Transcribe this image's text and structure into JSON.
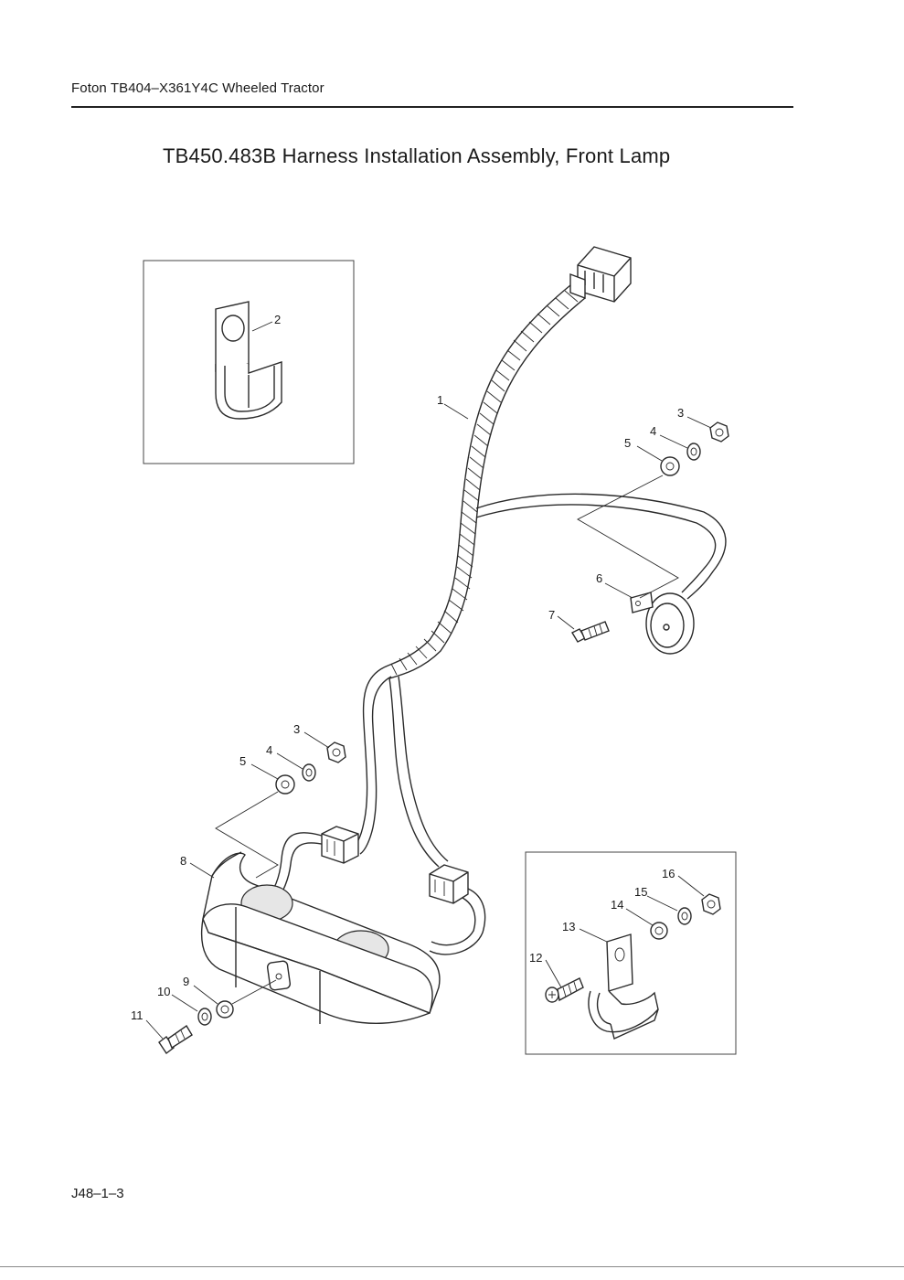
{
  "header": {
    "text": "Foton TB404–X361Y4C Wheeled Tractor"
  },
  "title": "TB450.483B  Harness Installation Assembly, Front Lamp",
  "footer": {
    "page_code": "J48–1–3"
  },
  "callouts": {
    "c1": "1",
    "c2": "2",
    "c3a": "3",
    "c4a": "4",
    "c5a": "5",
    "c6": "6",
    "c7": "7",
    "c3b": "3",
    "c4b": "4",
    "c5b": "5",
    "c8": "8",
    "c9": "9",
    "c10": "10",
    "c11": "11",
    "c12": "12",
    "c13": "13",
    "c14": "14",
    "c15": "15",
    "c16": "16"
  }
}
